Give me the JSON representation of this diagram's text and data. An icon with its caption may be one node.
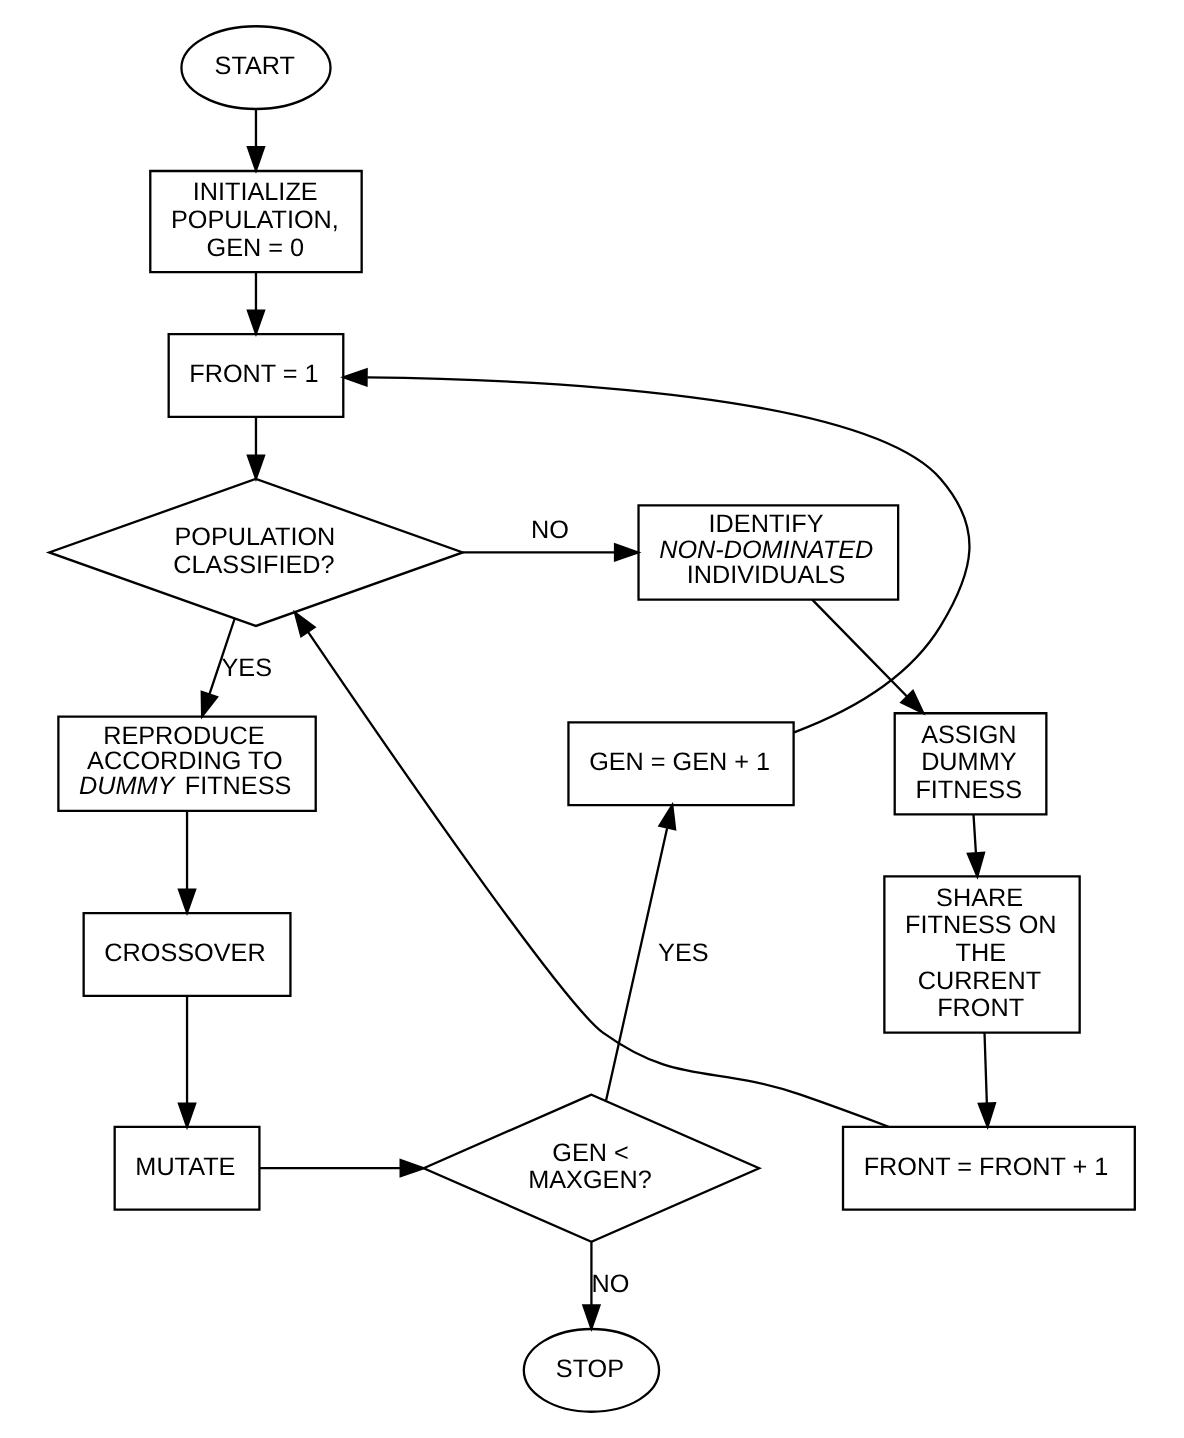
{
  "diagram": {
    "nodes": [
      {
        "text": [
          "START"
        ]
      },
      {
        "text": [
          "INITIALIZE POPULATION, GEN = 0"
        ]
      },
      {
        "text": [
          "FRONT = 1"
        ]
      },
      {
        "text": [
          "POPULATION CLASSIFIED?"
        ]
      },
      {
        "text": [
          "IDENTIFY *NON-DOMINATED* INDIVIDUALS"
        ]
      },
      {
        "text": [
          "ASSIGN DUMMY FITNESS"
        ]
      },
      {
        "text": [
          "SHARE FITNESS ON THE CURRENT FRONT"
        ]
      },
      {
        "text": [
          "FRONT = FRONT + 1"
        ]
      },
      {
        "text": [
          "REPRODUCE ACCORDING TO *DUMMY* FITNESS"
        ]
      },
      {
        "text": [
          "CROSSOVER"
        ]
      },
      {
        "text": [
          "MUTATE"
        ]
      },
      {
        "text": [
          "GEN < MAXGEN?"
        ]
      },
      {
        "text": [
          "GEN = GEN + 1"
        ]
      },
      {
        "text": [
          "STOP"
        ]
      }
    ],
    "edges": [
      {
        "from": 0,
        "to": 1,
        "arrow": "to"
      },
      {
        "from": 1,
        "to": 2,
        "arrow": "to"
      },
      {
        "from": 2,
        "to": 3,
        "arrow": "to"
      },
      {
        "from": 3,
        "to": 4,
        "arrow": "to",
        "label": "NO"
      },
      {
        "from": 4,
        "to": 5,
        "arrow": "to"
      },
      {
        "from": 5,
        "to": 6,
        "arrow": "to"
      },
      {
        "from": 6,
        "to": 7,
        "arrow": "to"
      },
      {
        "from": 7,
        "to": 3,
        "arrow": "to"
      },
      {
        "from": 3,
        "to": 8,
        "arrow": "to",
        "label": "YES"
      },
      {
        "from": 8,
        "to": 9,
        "arrow": "to"
      },
      {
        "from": 9,
        "to": 10,
        "arrow": "to"
      },
      {
        "from": 10,
        "to": 11,
        "arrow": "to"
      },
      {
        "from": 11,
        "to": 12,
        "arrow": "to",
        "label": "YES"
      },
      {
        "from": 12,
        "to": 2,
        "arrow": "to"
      },
      {
        "from": 11,
        "to": 13,
        "arrow": "to",
        "label": "NO"
      }
    ]
  }
}
